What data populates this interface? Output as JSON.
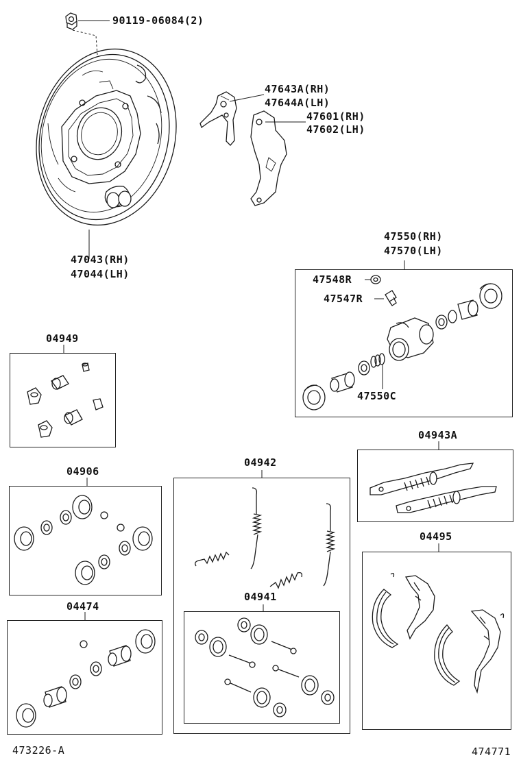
{
  "labels": {
    "nut": "90119-06084(2)",
    "lever_a_rh": "47643A(RH)",
    "lever_a_lh": "47644A(LH)",
    "lever_rh": "47601(RH)",
    "lever_lh": "47602(LH)",
    "plate_rh": "47043(RH)",
    "plate_lh": "47044(LH)",
    "cyl_rh": "47550(RH)",
    "cyl_lh": "47570(LH)",
    "cap": "47548R",
    "bleeder": "47547R",
    "spring_c": "47550C",
    "kit_04949": "04949",
    "kit_04906": "04906",
    "kit_04942": "04942",
    "kit_04943a": "04943A",
    "kit_04495": "04495",
    "kit_04941": "04941",
    "kit_04474": "04474",
    "ref_left": "473226-A",
    "ref_right": "474771"
  }
}
